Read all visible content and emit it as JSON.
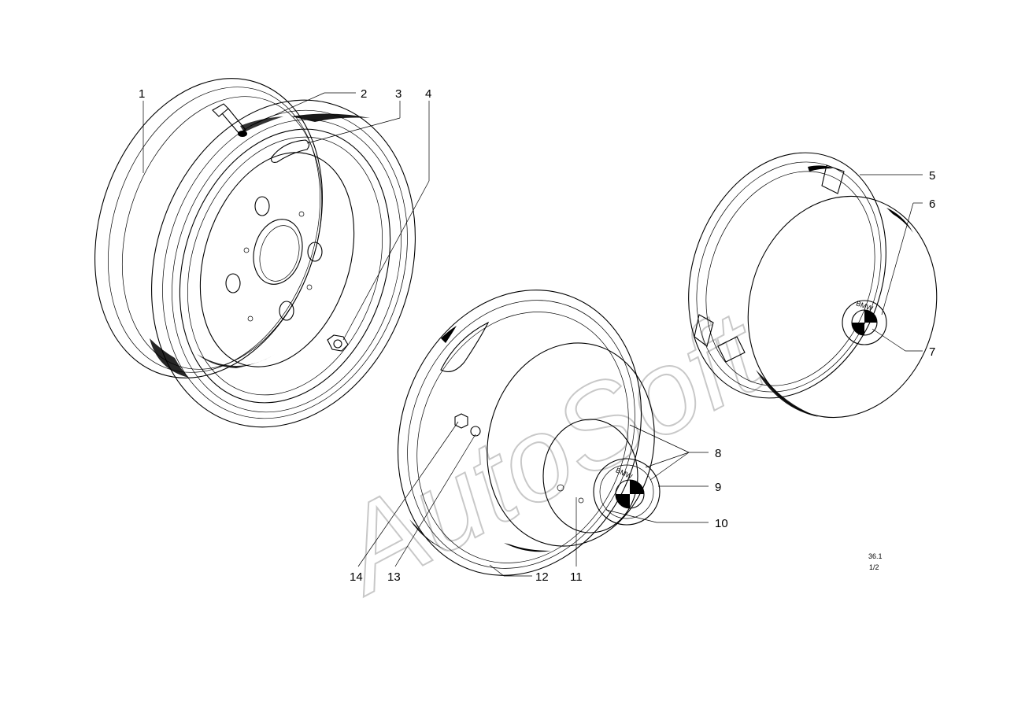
{
  "callouts": [
    {
      "id": "1",
      "label": "1"
    },
    {
      "id": "2",
      "label": "2"
    },
    {
      "id": "3",
      "label": "3"
    },
    {
      "id": "4",
      "label": "4"
    },
    {
      "id": "5",
      "label": "5"
    },
    {
      "id": "6",
      "label": "6"
    },
    {
      "id": "7",
      "label": "7"
    },
    {
      "id": "8",
      "label": "8"
    },
    {
      "id": "9",
      "label": "9"
    },
    {
      "id": "10",
      "label": "10"
    },
    {
      "id": "11",
      "label": "11"
    },
    {
      "id": "12",
      "label": "12"
    },
    {
      "id": "13",
      "label": "13"
    },
    {
      "id": "14",
      "label": "14"
    }
  ],
  "page_ref": {
    "code": "36.1",
    "sheet": "1/2"
  },
  "watermark": "AutoSoft",
  "emblem_text": "BMW"
}
